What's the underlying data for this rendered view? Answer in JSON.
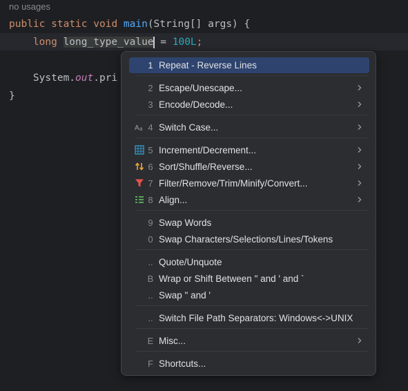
{
  "editor": {
    "usage_hint": "no usages",
    "line1": {
      "kw1": "public",
      "kw2": "static",
      "kw3": "void",
      "method": "main",
      "params": "(String[] args) {"
    },
    "line2": {
      "type": "long",
      "var": "long_type_value",
      "eq": " = ",
      "value": "100L",
      "semi": ";"
    },
    "line4": {
      "obj": "System.",
      "field": "out",
      "rest": ".pri"
    },
    "line5": "}"
  },
  "menu": {
    "items": [
      {
        "key": "1",
        "label": "Repeat - Reverse Lines",
        "submenu": false,
        "icon": null
      },
      {
        "key": "2",
        "label": "Escape/Unescape...",
        "submenu": true,
        "icon": null
      },
      {
        "key": "3",
        "label": "Encode/Decode...",
        "submenu": true,
        "icon": null
      },
      {
        "key": "4",
        "label": "Switch Case...",
        "submenu": true,
        "icon": "switch-case-icon"
      },
      {
        "key": "5",
        "label": "Increment/Decrement...",
        "submenu": true,
        "icon": "table-icon"
      },
      {
        "key": "6",
        "label": "Sort/Shuffle/Reverse...",
        "submenu": true,
        "icon": "sort-arrows-icon"
      },
      {
        "key": "7",
        "label": "Filter/Remove/Trim/Minify/Convert...",
        "submenu": true,
        "icon": "filter-funnel-icon"
      },
      {
        "key": "8",
        "label": "Align...",
        "submenu": true,
        "icon": "align-icon"
      },
      {
        "key": "9",
        "label": "Swap Words",
        "submenu": false,
        "icon": null
      },
      {
        "key": "0",
        "label": "Swap Characters/Selections/Lines/Tokens",
        "submenu": false,
        "icon": null
      },
      {
        "key": "..",
        "label": "Quote/Unquote",
        "submenu": false,
        "icon": null
      },
      {
        "key": "B",
        "label": "Wrap or Shift Between \" and ' and `",
        "submenu": false,
        "icon": null
      },
      {
        "key": "..",
        "label": "Swap \" and '",
        "submenu": false,
        "icon": null
      },
      {
        "key": "..",
        "label": "Switch File Path Separators: Windows<->UNIX",
        "submenu": false,
        "icon": null
      },
      {
        "key": "E",
        "label": "Misc...",
        "submenu": true,
        "icon": null
      },
      {
        "key": "F",
        "label": "Shortcuts...",
        "submenu": false,
        "icon": null
      }
    ]
  },
  "colors": {
    "background": "#1e1f22",
    "popup": "#2b2d30",
    "selection": "#2e436e",
    "keyword": "#cf8e6d",
    "method": "#56a8f5",
    "number": "#2aacb8"
  }
}
